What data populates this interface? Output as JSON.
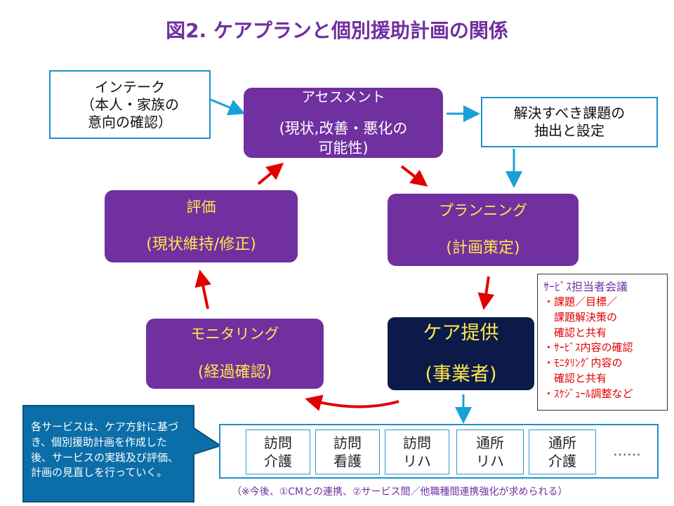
{
  "title": "図2. ケアプランと個別援助計画の関係",
  "intake": "インテーク\n（本人・家族の\n意向の確認）",
  "assessment": {
    "line1": "アセスメント",
    "line2": "(現状,改善・悪化の\n可能性)"
  },
  "extraction": "解決すべき課題の\n抽出と設定",
  "evaluation": {
    "line1": "評価",
    "line2": "(現状維持/修正)"
  },
  "planning": {
    "line1": "プランニング",
    "line2": "(計画策定)"
  },
  "provision": {
    "line1": "ケア提供",
    "line2": "(事業者)"
  },
  "monitoring": {
    "line1": "モニタリング",
    "line2": "(経過確認)"
  },
  "meeting_note": {
    "heading": "ｻｰﾋﾞｽ担当者会議",
    "items": [
      "・課題／目標／\n　課題解決策の\n　確認と共有",
      "・ｻｰﾋﾞｽ内容の確認",
      "・ﾓﾆﾀﾘﾝｸﾞ内容の\n　確認と共有",
      "・ｽｹｼﾞｭｰﾙ調整など"
    ]
  },
  "callout": "各サービスは、ケア方針に基づ\nき、個別援助計画を作成した\n後、サービスの実践及び評価、\n計画の見直しを行っていく。",
  "services": [
    "訪問\n介護",
    "訪問\n看護",
    "訪問\nリハ",
    "通所\nリハ",
    "通所\n介護"
  ],
  "services_more": "……",
  "footnote": "（※今後、①CMとの連携、②サービス間／他職種間連携強化が求められる）",
  "colors": {
    "purple": "#7030a0",
    "navy": "#0c1a4a",
    "blue_line": "#1f8fc8",
    "red": "#e00000",
    "yellow": "#ffe84a",
    "callout": "#0b6ea8"
  }
}
